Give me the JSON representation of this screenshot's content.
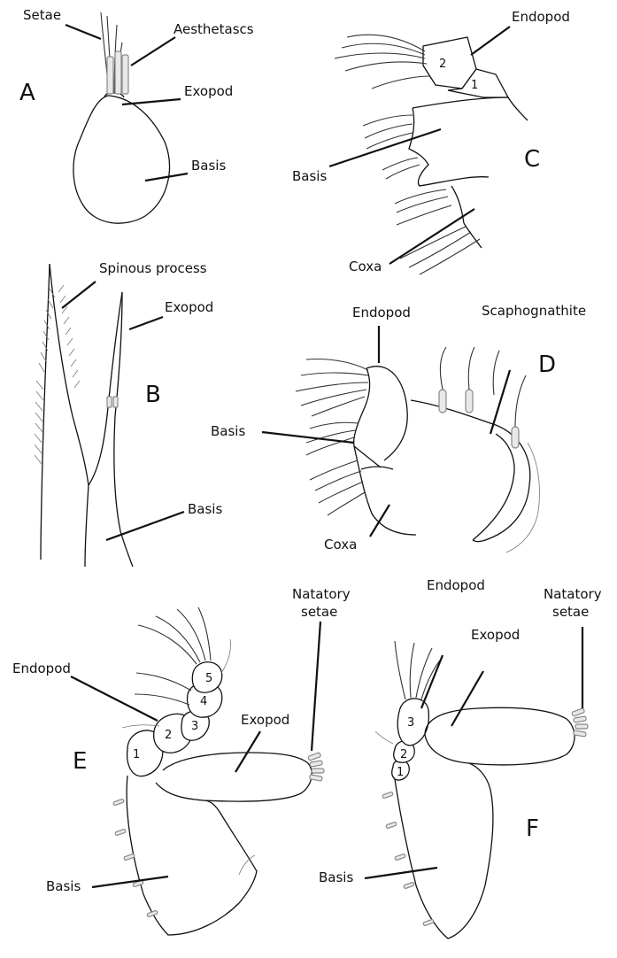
{
  "panels": {
    "A": {
      "letter": "A",
      "labels": {
        "setae": "Setae",
        "aesthetascs": "Aesthetascs",
        "exopod": "Exopod",
        "basis": "Basis"
      }
    },
    "B": {
      "letter": "B",
      "labels": {
        "spinous_process": "Spinous process",
        "exopod": "Exopod",
        "basis": "Basis"
      }
    },
    "C": {
      "letter": "C",
      "labels": {
        "endopod": "Endopod",
        "basis": "Basis",
        "coxa": "Coxa"
      },
      "segments": [
        "1",
        "2"
      ]
    },
    "D": {
      "letter": "D",
      "labels": {
        "endopod": "Endopod",
        "scaphognathite": "Scaphognathite",
        "basis": "Basis",
        "coxa": "Coxa"
      }
    },
    "E": {
      "letter": "E",
      "labels": {
        "natatory_line1": "Natatory",
        "natatory_line2": "setae",
        "endopod": "Endopod",
        "exopod": "Exopod",
        "basis": "Basis"
      },
      "segments": [
        "1",
        "2",
        "3",
        "4",
        "5"
      ]
    },
    "F": {
      "letter": "F",
      "labels": {
        "endopod": "Endopod",
        "natatory_line1": "Natatory",
        "natatory_line2": "setae",
        "exopod": "Exopod",
        "basis": "Basis"
      },
      "segments": [
        "1",
        "2",
        "3"
      ]
    }
  },
  "colors": {
    "ink": "#111111",
    "setae_gray": "#e8e8e8",
    "background": "#ffffff"
  }
}
